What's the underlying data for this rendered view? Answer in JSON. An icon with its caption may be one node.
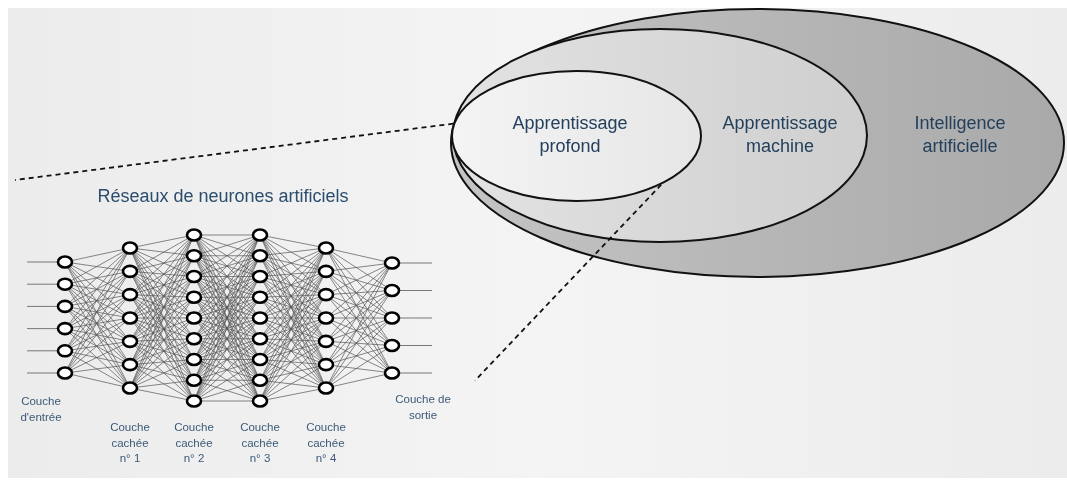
{
  "diagram": {
    "nodes": [
      {
        "text": [
          "Intelligence artificielle"
        ]
      },
      {
        "text": [
          "Apprentissage machine"
        ],
        "in": 0
      },
      {
        "text": [
          "Apprentissage profond"
        ],
        "in": 1
      },
      {
        "text": [
          "Réseaux de neurones artificiels"
        ]
      }
    ],
    "edges": [
      {
        "from": 2,
        "to": 3,
        "arrow": "none",
        "style": "dashed"
      },
      {
        "from": 2,
        "to": 3,
        "arrow": "none",
        "style": "dashed"
      }
    ],
    "labels": [
      "Couche d'entrée",
      "Couche de sortie",
      "Couche cachée n° 1",
      "Couche cachée n° 2",
      "Couche cachée n° 3",
      "Couche cachée n° 4"
    ]
  }
}
